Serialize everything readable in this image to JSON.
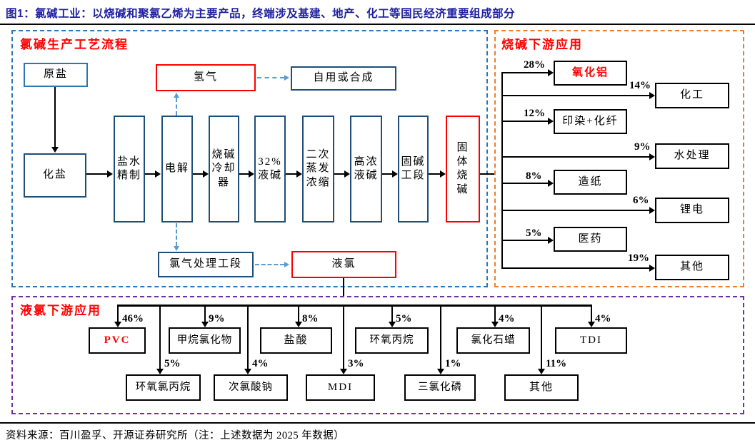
{
  "page": {
    "figure_title": "图1：氯碱工业：以烧碱和聚氯乙烯为主要产品，终端涉及基建、地产、化工等国民经济重要组成部分",
    "source": "资料来源：百川盈孚、开源证券研究所（注：上述数据为 2025 年数据）"
  },
  "colors": {
    "title_navy": "#2121A0",
    "highlight_red": "#FF0000",
    "process_panel_border": "#2E75B6",
    "caustic_panel_border": "#ED7D31",
    "chlorine_panel_border": "#7030A0",
    "flow_box_border": "#1F4E79",
    "raw_salt_border": "#2E75B6",
    "dashed_arrow": "#5B9BD5"
  },
  "process": {
    "title": "氯碱生产工艺流程",
    "raw_salt": "原盐",
    "dissolve": "化盐",
    "brine": "盐水精制",
    "electrolysis": "电解",
    "cooler": "烧碱冷却器",
    "liq32": "32%液碱",
    "evap": "二次蒸发浓缩",
    "high": "高浓液碱",
    "solid_sec": "固碱工段",
    "solid": "固体烧碱",
    "h2": "氢气",
    "selfuse": "自用或合成",
    "cl2treat": "氯气处理工段",
    "liqcl": "液氯"
  },
  "caustic": {
    "title": "烧碱下游应用",
    "items": [
      {
        "label": "氧化铝",
        "pct": "28%"
      },
      {
        "label": "化工",
        "pct": "14%"
      },
      {
        "label": "印染+化纤",
        "pct": "12%"
      },
      {
        "label": "水处理",
        "pct": "9%"
      },
      {
        "label": "造纸",
        "pct": "8%"
      },
      {
        "label": "锂电",
        "pct": "6%"
      },
      {
        "label": "医药",
        "pct": "5%"
      },
      {
        "label": "其他",
        "pct": "19%"
      }
    ]
  },
  "chlorine": {
    "title": "液氯下游应用",
    "items": [
      {
        "label": "PVC",
        "pct": "46%"
      },
      {
        "label": "环氧氯丙烷",
        "pct": "5%"
      },
      {
        "label": "甲烷氯化物",
        "pct": "9%"
      },
      {
        "label": "次氯酸钠",
        "pct": "4%"
      },
      {
        "label": "盐酸",
        "pct": "8%"
      },
      {
        "label": "MDI",
        "pct": "3%"
      },
      {
        "label": "环氧丙烷",
        "pct": "5%"
      },
      {
        "label": "三氯化磷",
        "pct": "1%"
      },
      {
        "label": "氯化石蜡",
        "pct": "4%"
      },
      {
        "label": "其他",
        "pct": "11%"
      },
      {
        "label": "TDI",
        "pct": "4%"
      }
    ]
  }
}
